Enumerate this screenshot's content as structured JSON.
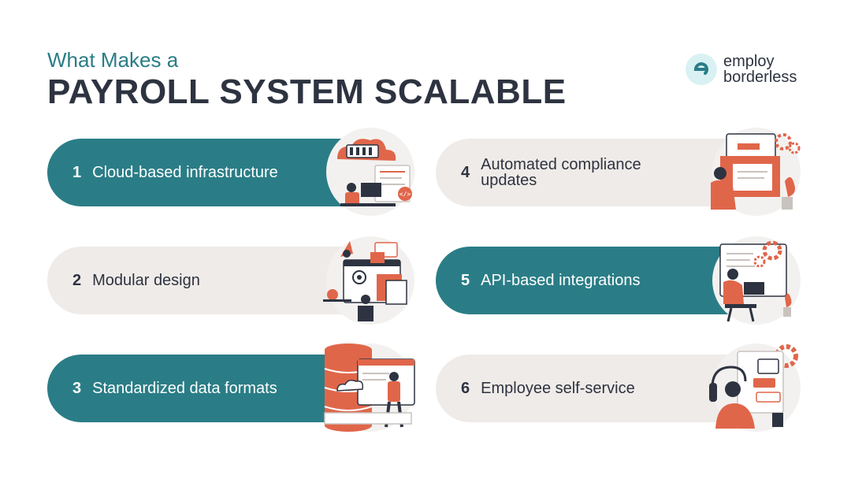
{
  "header": {
    "subtitle": "What Makes a",
    "title": "PAYROLL SYSTEM SCALABLE"
  },
  "logo": {
    "line1": "employ",
    "line2": "borderless"
  },
  "colors": {
    "teal": "#2a7d86",
    "grey": "#efebe8",
    "dark": "#2d3340",
    "accent": "#e0664a"
  },
  "items": [
    {
      "num": "1",
      "label": "Cloud-based infrastructure",
      "style": "teal",
      "icon": "cloud-server-icon"
    },
    {
      "num": "2",
      "label": "Modular design",
      "style": "grey",
      "icon": "modular-design-icon"
    },
    {
      "num": "3",
      "label": "Standardized data formats",
      "style": "teal",
      "icon": "database-icon"
    },
    {
      "num": "4",
      "label": "Automated compliance updates",
      "style": "grey",
      "icon": "compliance-icon"
    },
    {
      "num": "5",
      "label": "API-based integrations",
      "style": "teal",
      "icon": "api-integration-icon"
    },
    {
      "num": "6",
      "label": "Employee self-service",
      "style": "grey",
      "icon": "self-service-icon"
    }
  ]
}
